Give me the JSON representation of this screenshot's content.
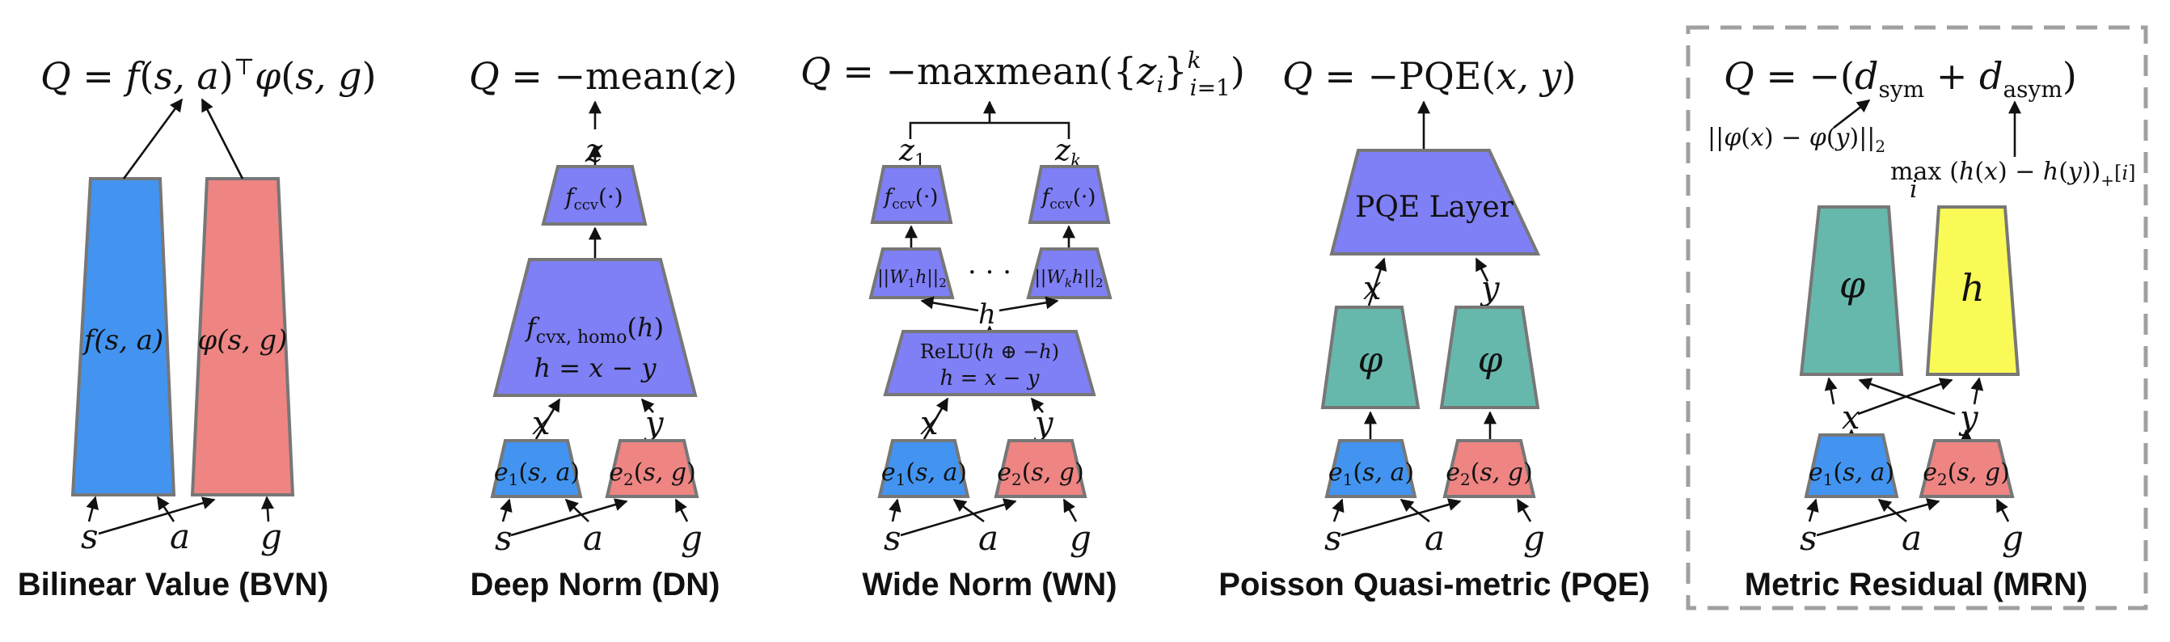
{
  "colors": {
    "blue": "#4294F0",
    "red": "#EE8583",
    "purple": "#7F7FF6",
    "teal": "#66B8AC",
    "yellow": "#FAFA57",
    "border": "#777777",
    "dashed_box": "#A0A0A0"
  },
  "bvn": {
    "title": "Bilinear Value (BVN)",
    "formula": "Q = f(s, a)⊤φ(s, g)",
    "f_label": "f(s, a)",
    "phi_label": "φ(s, g)",
    "in_s": "s",
    "in_a": "a",
    "in_g": "g"
  },
  "dn": {
    "title": "Deep Norm (DN)",
    "formula": "Q = −mean(z)",
    "z_label": "z",
    "fccv_label": "fccv(·)",
    "main_line1": "fcvx, homo(h)",
    "main_line2": "h = x − y",
    "x_label": "x",
    "y_label": "y",
    "e1_label": "e1(s, a)",
    "e2_label": "e2(s, g)",
    "in_s": "s",
    "in_a": "a",
    "in_g": "g"
  },
  "wn": {
    "title": "Wide Norm (WN)",
    "formula": "Q = −maxmean({zi}ki=1)",
    "z1_label": "z1",
    "zk_label": "zk",
    "fccv1_label": "fccv(·)",
    "fccvk_label": "fccv(·)",
    "norm1_label": "||W1h||2",
    "normk_label": "||Wkh||2",
    "dots": "· · ·",
    "h_label": "h",
    "relu_line1": "ReLU(h ⊕ −h)",
    "relu_line2": "h = x − y",
    "x_label": "x",
    "y_label": "y",
    "e1_label": "e1(s, a)",
    "e2_label": "e2(s, g)",
    "in_s": "s",
    "in_a": "a",
    "in_g": "g"
  },
  "pqe": {
    "title": "Poisson Quasi-metric (PQE)",
    "formula": "Q = −PQE(x, y)",
    "layer_label": "PQE Layer",
    "x_label": "x",
    "y_label": "y",
    "phi1_label": "φ",
    "phi2_label": "φ",
    "e1_label": "e1(s, a)",
    "e2_label": "e2(s, g)",
    "in_s": "s",
    "in_a": "a",
    "in_g": "g"
  },
  "mrn": {
    "title": "Metric Residual (MRN)",
    "formula": "Q = −(dsym + dasym)",
    "sym_annotation": "||φ(x) − φ(y)||2",
    "asym_annotation": "maxi (h(x) − h(y))+[i]",
    "phi_label": "φ",
    "h_label": "h",
    "x_label": "x",
    "y_label": "y",
    "e1_label": "e1(s, a)",
    "e2_label": "e2(s, g)",
    "in_s": "s",
    "in_a": "a",
    "in_g": "g"
  }
}
